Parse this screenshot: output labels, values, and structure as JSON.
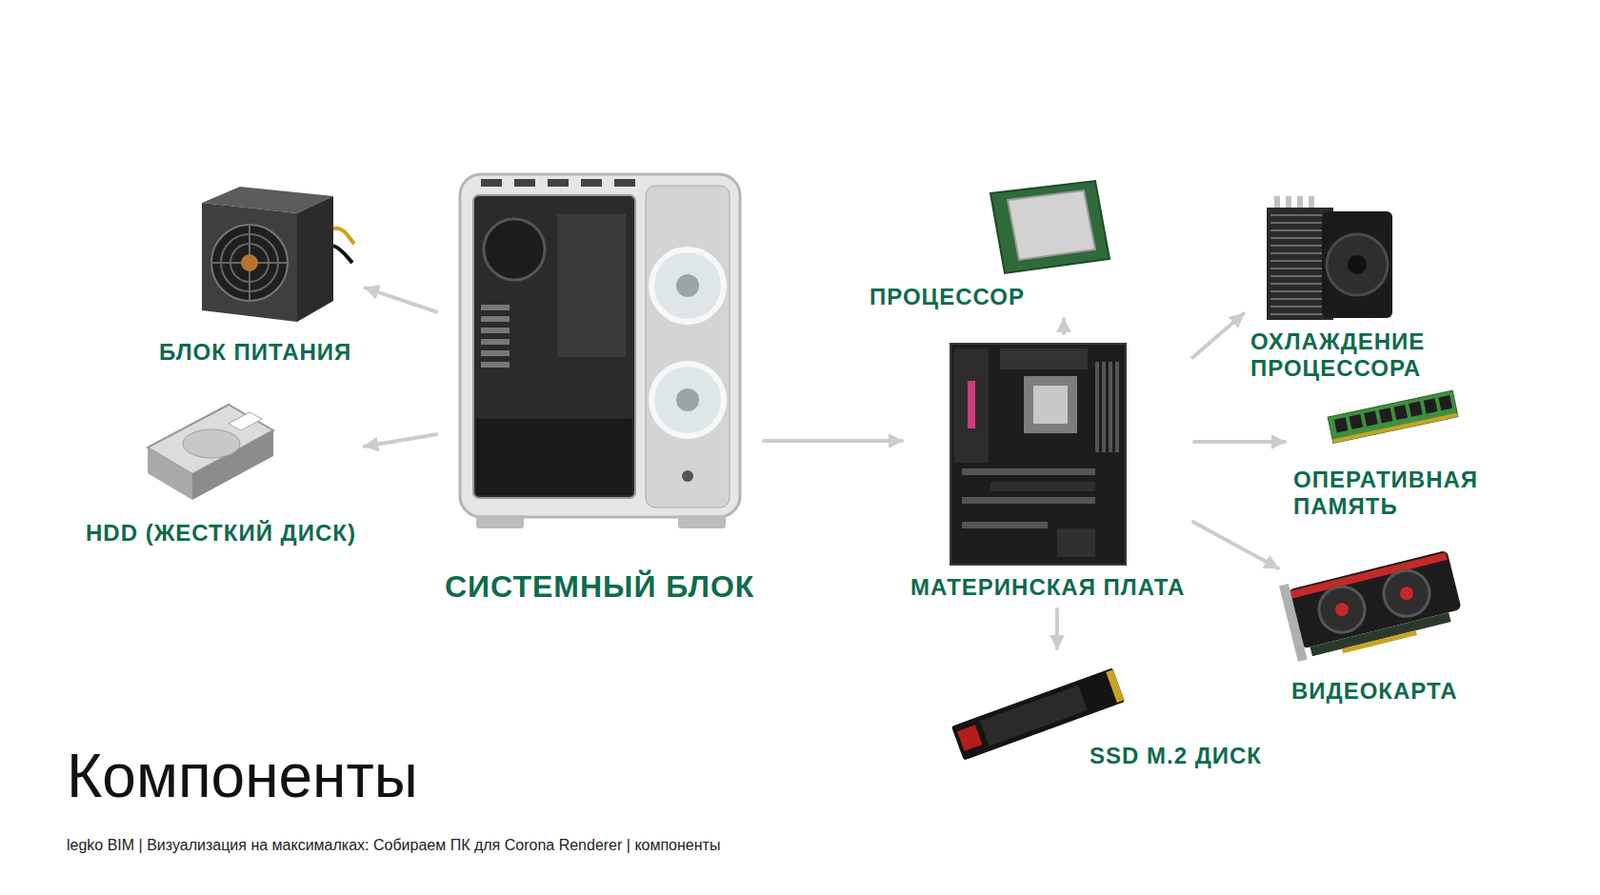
{
  "diagram": {
    "title": "Компоненты",
    "caption": "legko BIM | Визуализация на максималках: Собираем ПК для Corona Renderer | компоненты",
    "nodes": [
      {
        "text": [
          "БЛОК ПИТАНИЯ"
        ]
      },
      {
        "text": [
          "HDD (ЖЕСТКИЙ ДИСК)"
        ]
      },
      {
        "text": [
          "СИСТЕМНЫЙ БЛОК"
        ]
      },
      {
        "text": [
          "ПРОЦЕССОР"
        ]
      },
      {
        "text": [
          "ОХЛАЖДЕНИЕ ПРОЦЕССОРА"
        ]
      },
      {
        "text": [
          "ОПЕРАТИВНАЯ ПАМЯТЬ"
        ]
      },
      {
        "text": [
          "МАТЕРИНСКАЯ ПЛАТА"
        ]
      },
      {
        "text": [
          "ВИДЕОКАРТА"
        ]
      },
      {
        "text": [
          "SSD M.2 ДИСК"
        ]
      }
    ],
    "edges": [
      {
        "from": 2,
        "to": 0,
        "arrow": "to"
      },
      {
        "from": 2,
        "to": 1,
        "arrow": "to"
      },
      {
        "from": 2,
        "to": 6,
        "arrow": "to"
      },
      {
        "from": 6,
        "to": 3,
        "arrow": "to"
      },
      {
        "from": 6,
        "to": 4,
        "arrow": "to"
      },
      {
        "from": 6,
        "to": 5,
        "arrow": "to"
      },
      {
        "from": 6,
        "to": 7,
        "arrow": "to"
      },
      {
        "from": 6,
        "to": 8,
        "arrow": "to"
      }
    ]
  }
}
